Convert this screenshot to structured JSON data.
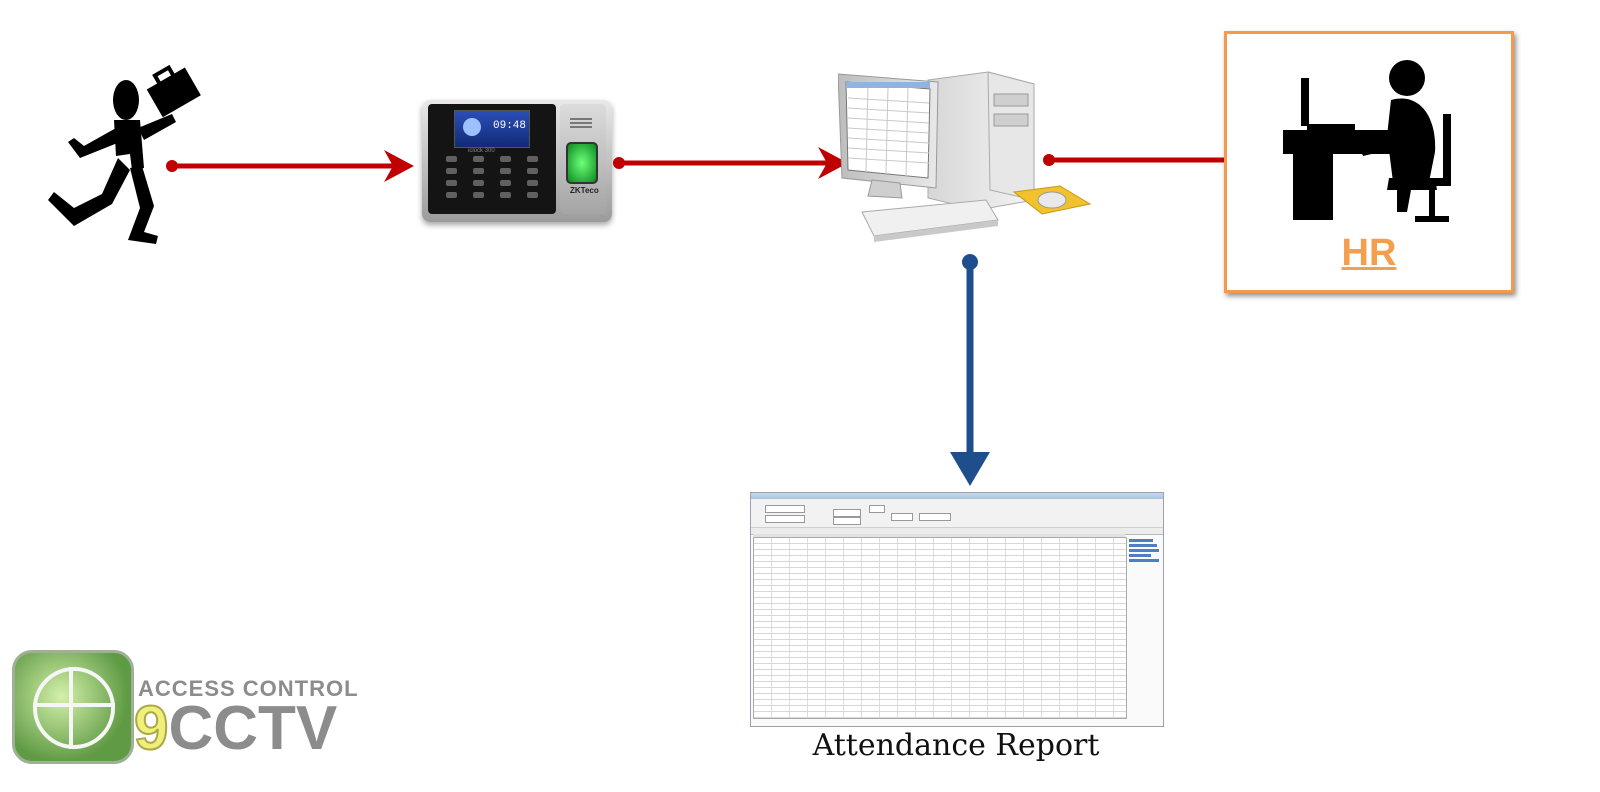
{
  "diagram": {
    "nodes": [
      {
        "id": "employee",
        "icon": "running-person-icon"
      },
      {
        "id": "fingerprint-terminal",
        "icon": "fingerprint-scanner-icon",
        "screen_time": "09:48",
        "model_text": "iclock 300",
        "brand_text": "ZKTeco"
      },
      {
        "id": "computer",
        "icon": "desktop-computer-icon"
      },
      {
        "id": "hr",
        "icon": "office-worker-icon",
        "label": "HR"
      },
      {
        "id": "attendance-report",
        "icon": "report-table-icon",
        "label": "Attendance Report"
      }
    ],
    "edges": [
      {
        "from": "employee",
        "to": "fingerprint-terminal",
        "style": "arrow"
      },
      {
        "from": "fingerprint-terminal",
        "to": "computer",
        "style": "arrow"
      },
      {
        "from": "computer",
        "to": "hr",
        "style": "line"
      },
      {
        "from": "computer",
        "to": "attendance-report",
        "style": "arrow"
      }
    ]
  },
  "brand": {
    "line1": "ACCESS CONTROL",
    "line2_digit": "9",
    "line2_text": "CCTV",
    "icon": "globe-logo-icon"
  },
  "colors": {
    "flow_red": "#c00000",
    "report_blue": "#1f4e8c",
    "hr_accent": "#f39a4c",
    "logo_gray": "#8c8c8c",
    "logo_yellow": "#f0ef7a"
  }
}
